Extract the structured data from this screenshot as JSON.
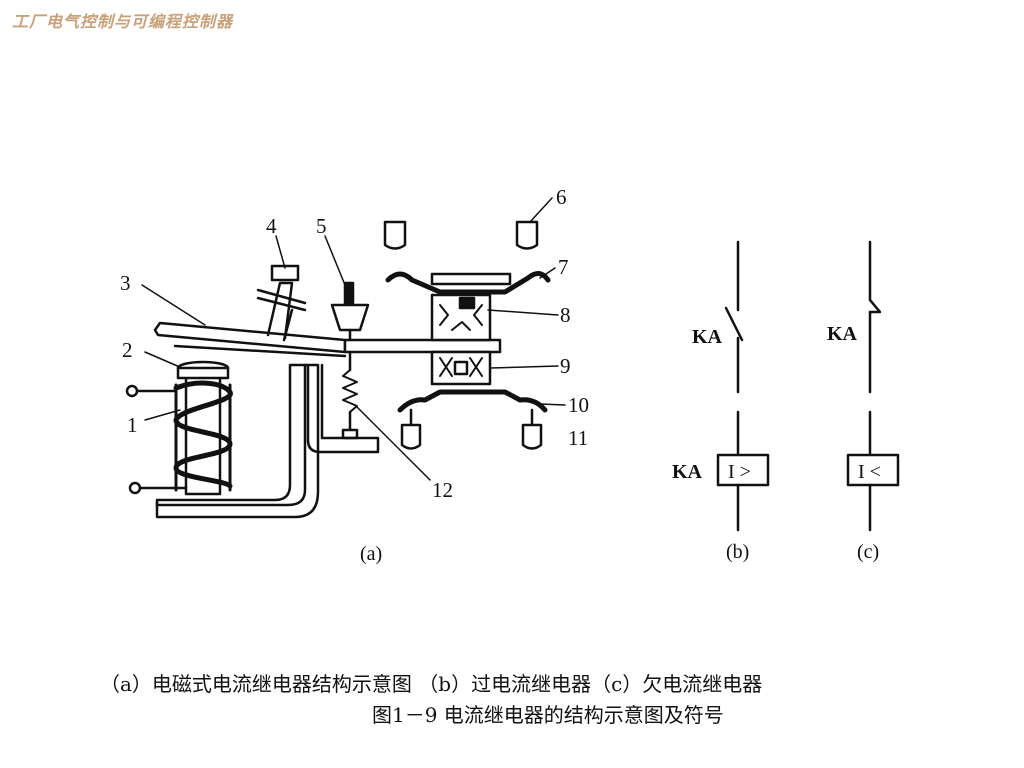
{
  "header": {
    "title": "工厂电气控制与可编程控制器"
  },
  "diagram": {
    "part_labels": [
      "1",
      "2",
      "3",
      "4",
      "5",
      "6",
      "7",
      "8",
      "9",
      "10",
      "11",
      "12"
    ],
    "sub_a": "(a)",
    "sub_b": "(b)",
    "sub_c": "(c)",
    "ka_b_contact": "KA",
    "ka_c_contact": "KA",
    "ka_b_coil": "KA",
    "coil_b_symbol": "I >",
    "coil_c_symbol": "I <"
  },
  "caption": {
    "line1": "（a）电磁式电流继电器结构示意图 （b）过电流继电器（c）欠电流继电器",
    "line2": "图1－9 电流继电器的结构示意图及符号"
  }
}
